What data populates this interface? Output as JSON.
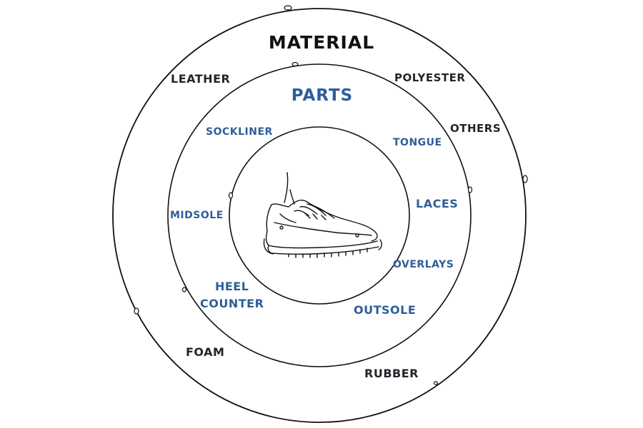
{
  "diagram": {
    "outer_title": "MATERIAL",
    "inner_title": "PARTS",
    "materials": {
      "leather": "LEATHER",
      "polyester": "POLYESTER",
      "others": "OTHERS",
      "foam": "FOAM",
      "rubber": "RUBBER"
    },
    "parts": {
      "sockliner": "SOCKLINER",
      "tongue": "TONGUE",
      "laces": "LACES",
      "midsole": "MIDSOLE",
      "overlays": "OVERLAYS",
      "heel_line1": "HEEL",
      "heel_line2": "COUNTER",
      "outsole": "OUTSOLE"
    },
    "center_icon": "sneaker-icon",
    "colors": {
      "material_text": "#22252b",
      "parts_text": "#2e5e98",
      "outline": "#111111"
    }
  }
}
